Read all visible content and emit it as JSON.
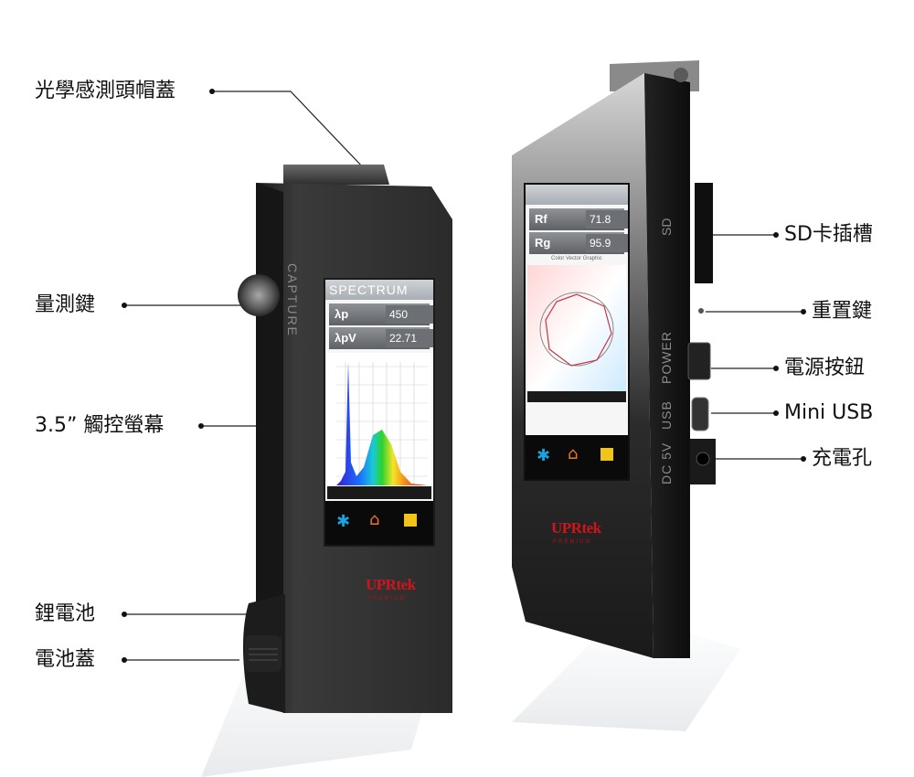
{
  "callouts_left": {
    "cap": "光學感測頭帽蓋",
    "measure": "量測鍵",
    "screen": "3.5” 觸控螢幕",
    "battery": "鋰電池",
    "battery_cover": "電池蓋"
  },
  "callouts_right": {
    "sd": "SD卡插槽",
    "reset": "重置鍵",
    "power_button": "電源按鈕",
    "usb": "Mini USB",
    "charge": "充電孔"
  },
  "front_device": {
    "side_label": "CAPTURE",
    "screen_title": "SPECTRUM",
    "rows": [
      {
        "key": "λp",
        "value": "450"
      },
      {
        "key": "λpV",
        "value": "22.71"
      }
    ],
    "brand": "UPRtek",
    "brand_sub": "PREMIUM"
  },
  "side_device": {
    "rows": [
      {
        "key": "Rf",
        "value": "71.8"
      },
      {
        "key": "Rg",
        "value": "95.9"
      }
    ],
    "graph_caption": "Color Vector Graphic",
    "port_labels": {
      "sd": "SD",
      "power": "POWER",
      "usb": "USB",
      "dc": "DC 5V"
    },
    "brand": "UPRtek",
    "brand_sub": "PREMIUM"
  },
  "colors": {
    "brand_red": "#d0141c",
    "device_body": "#2a2a2a",
    "accent_blue": "#19a3e0",
    "accent_orange": "#f07a18",
    "accent_yellow": "#f2c319"
  },
  "icons": [
    "gear-icon",
    "home-icon",
    "save-icon"
  ]
}
